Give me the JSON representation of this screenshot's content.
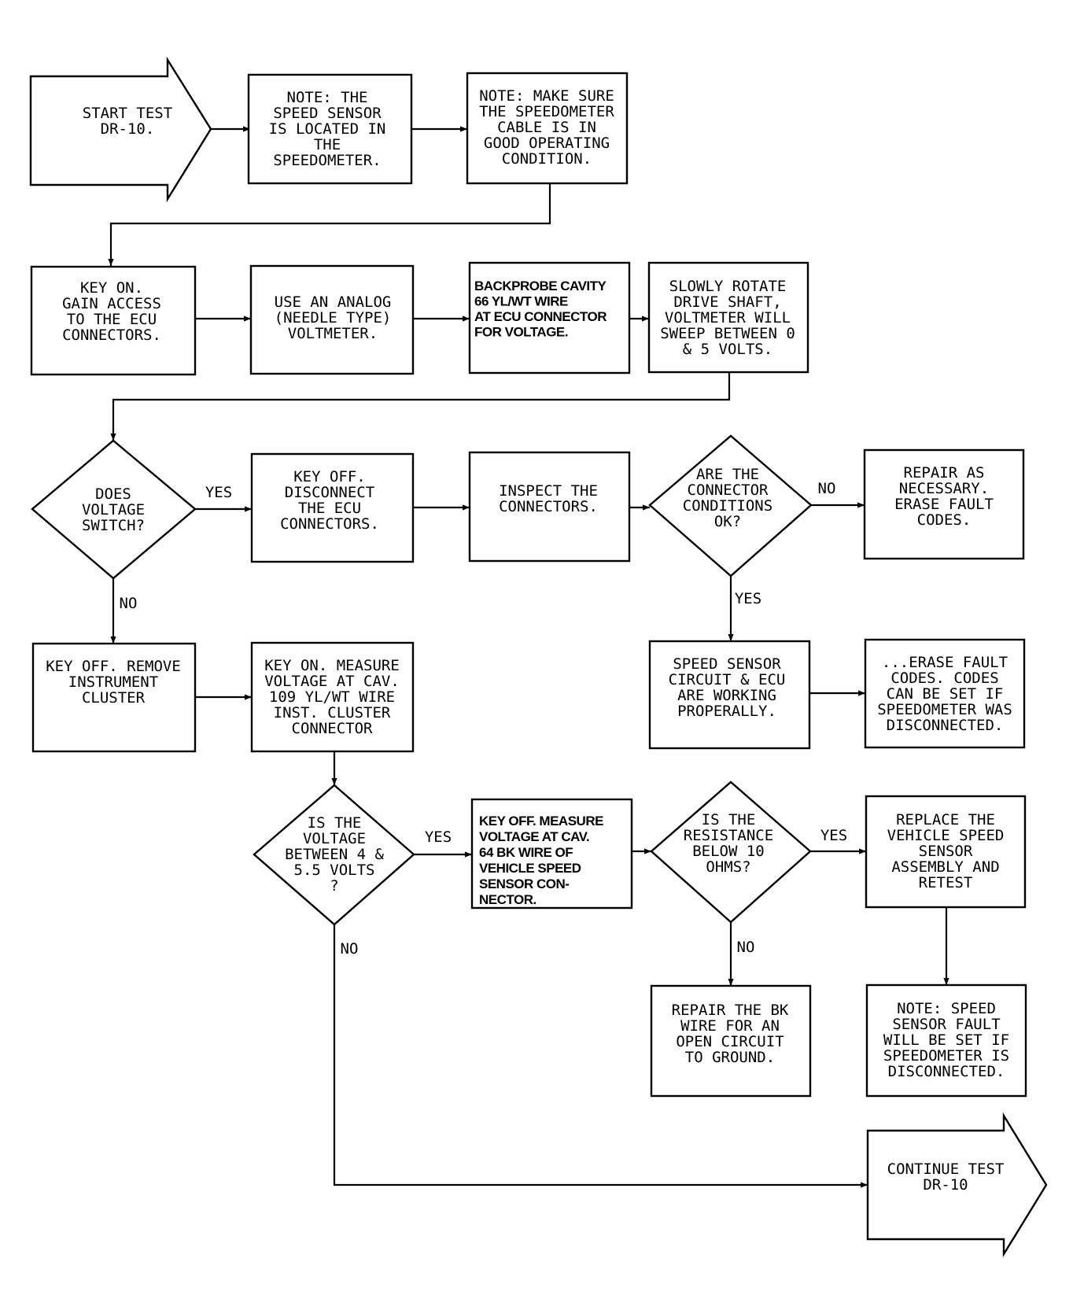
{
  "nodes": {
    "start": [
      "START TEST",
      "DR-10."
    ],
    "n1": [
      "NOTE: THE",
      "SPEED SENSOR",
      "IS LOCATED IN",
      "THE",
      "SPEEDOMETER."
    ],
    "n2": [
      "NOTE: MAKE SURE",
      "THE SPEEDOMETER",
      "CABLE IS IN",
      "GOOD OPERATING",
      "CONDITION."
    ],
    "n3": [
      "KEY ON.",
      "GAIN ACCESS",
      "TO THE ECU",
      "CONNECTORS."
    ],
    "n4": [
      "USE AN ANALOG",
      "(NEEDLE TYPE)",
      "VOLTMETER."
    ],
    "n5": [
      "BACKPROBE CAVITY",
      "66 YL/WT WIRE",
      "AT ECU CONNECTOR",
      "FOR VOLTAGE."
    ],
    "n6": [
      "SLOWLY ROTATE",
      "DRIVE SHAFT,",
      "VOLTMETER WILL",
      "SWEEP BETWEEN 0",
      "& 5 VOLTS."
    ],
    "d1": [
      "DOES",
      "VOLTAGE",
      "SWITCH?"
    ],
    "n7": [
      "KEY OFF.",
      "DISCONNECT",
      "THE ECU",
      "CONNECTORS."
    ],
    "n8": [
      "INSPECT THE",
      "CONNECTORS."
    ],
    "d2": [
      "ARE THE",
      "CONNECTOR",
      "CONDITIONS",
      "OK?"
    ],
    "n9": [
      "REPAIR AS",
      "NECESSARY.",
      "ERASE FAULT",
      "CODES."
    ],
    "n10": [
      "KEY OFF. REMOVE",
      "INSTRUMENT",
      "CLUSTER"
    ],
    "n11": [
      "KEY ON. MEASURE",
      "VOLTAGE AT CAV.",
      "109 YL/WT WIRE",
      "INST. CLUSTER",
      "CONNECTOR"
    ],
    "n12": [
      "SPEED SENSOR",
      "CIRCUIT & ECU",
      "ARE WORKING",
      "PROPERALLY."
    ],
    "n13": [
      "...ERASE FAULT",
      "CODES. CODES",
      "CAN BE SET IF",
      "SPEEDOMETER WAS",
      "DISCONNECTED."
    ],
    "d3": [
      "IS THE",
      "VOLTAGE",
      "BETWEEN 4 &",
      "5.5 VOLTS",
      "?"
    ],
    "n14": [
      "KEY OFF. MEASURE",
      "VOLTAGE AT CAV.",
      "64 BK WIRE OF",
      "VEHICLE SPEED",
      "SENSOR CON-",
      "NECTOR."
    ],
    "d4": [
      "IS THE",
      "RESISTANCE",
      "BELOW 10",
      "OHMS?"
    ],
    "n15": [
      "REPLACE THE",
      "VEHICLE SPEED",
      "SENSOR",
      "ASSEMBLY AND",
      "RETEST"
    ],
    "n16": [
      "REPAIR THE BK",
      "WIRE FOR AN",
      "OPEN CIRCUIT",
      "TO GROUND."
    ],
    "n17": [
      "NOTE: SPEED",
      "SENSOR FAULT",
      "WILL BE SET IF",
      "SPEEDOMETER IS",
      "DISCONNECTED."
    ],
    "end": [
      "CONTINUE TEST",
      "DR-10"
    ]
  },
  "edge_labels": {
    "d1_yes": "YES",
    "d1_no": "NO",
    "d2_no": "NO",
    "d2_yes": "YES",
    "d3_yes": "YES",
    "d3_no": "NO",
    "d4_yes": "YES",
    "d4_no": "NO"
  }
}
